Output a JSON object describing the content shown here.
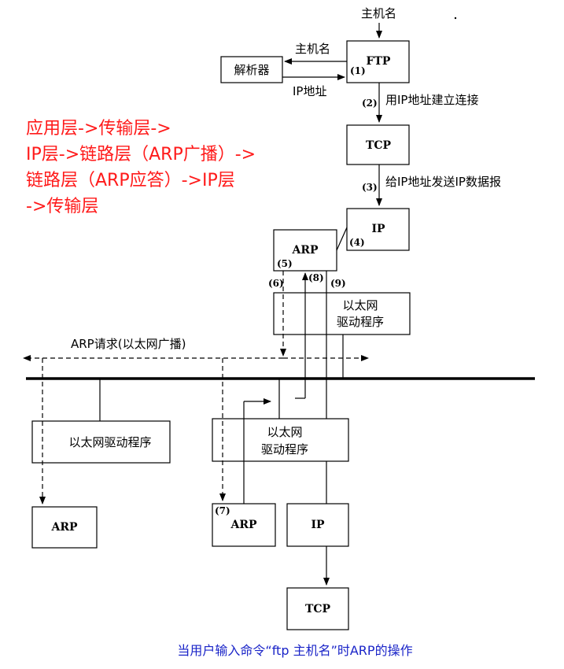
{
  "top_input_label": "主机名",
  "resolver": {
    "label": "解析器",
    "request_label": "主机名",
    "reply_label": "IP地址"
  },
  "ftp": {
    "label": "FTP",
    "step_1": "(1)"
  },
  "step_2": {
    "num": "(2)",
    "text": "用IP地址建立连接"
  },
  "tcp_top": {
    "label": "TCP"
  },
  "step_3": {
    "num": "(3)",
    "text": "给IP地址发送IP数据报"
  },
  "ip_top": {
    "label": "IP",
    "step_4": "(4)"
  },
  "arp_top": {
    "label": "ARP",
    "step_5": "(5)"
  },
  "step_6": "(6)",
  "step_8": "(8)",
  "step_9": "(9)",
  "eth_driver_top": {
    "line1": "以太网",
    "line2": "驱动程序"
  },
  "broadcast_label": "ARP请求(以太网广播)",
  "left_host": {
    "driver": "以太网驱动程序",
    "arp": "ARP"
  },
  "right_host": {
    "driver_line1": "以太网",
    "driver_line2": "驱动程序",
    "arp": "ARP",
    "step_7": "(7)",
    "ip": "IP",
    "tcp": "TCP"
  },
  "annotation": {
    "line1": "应用层->传输层->",
    "line2": "IP层->链路层（ARP广播）->",
    "line3": "链路层（ARP应答）->IP层",
    "line4": "->传输层"
  },
  "caption": "当用户输入命令“ftp 主机名”时ARP的操作",
  "colors": {
    "annotation": "#ff1a1a",
    "caption": "#1a24c8",
    "lines": "#000000"
  }
}
